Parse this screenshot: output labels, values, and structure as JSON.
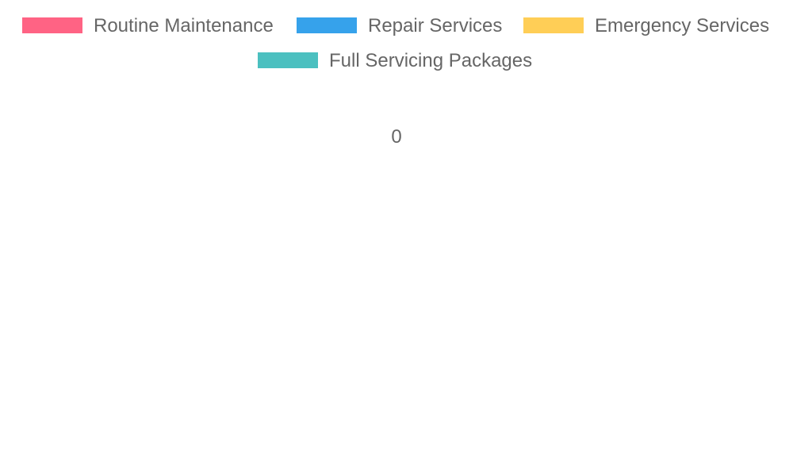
{
  "chart_data": {
    "type": "radar",
    "title": "",
    "legend_position": "top",
    "radial_ticks": [
      "0"
    ],
    "series": [
      {
        "name": "Routine Maintenance",
        "color": "#FF6384"
      },
      {
        "name": "Repair Services",
        "color": "#36A2EB"
      },
      {
        "name": "Emergency Services",
        "color": "#FFCE56"
      },
      {
        "name": "Full Servicing Packages",
        "color": "#4BC0C0"
      }
    ]
  }
}
